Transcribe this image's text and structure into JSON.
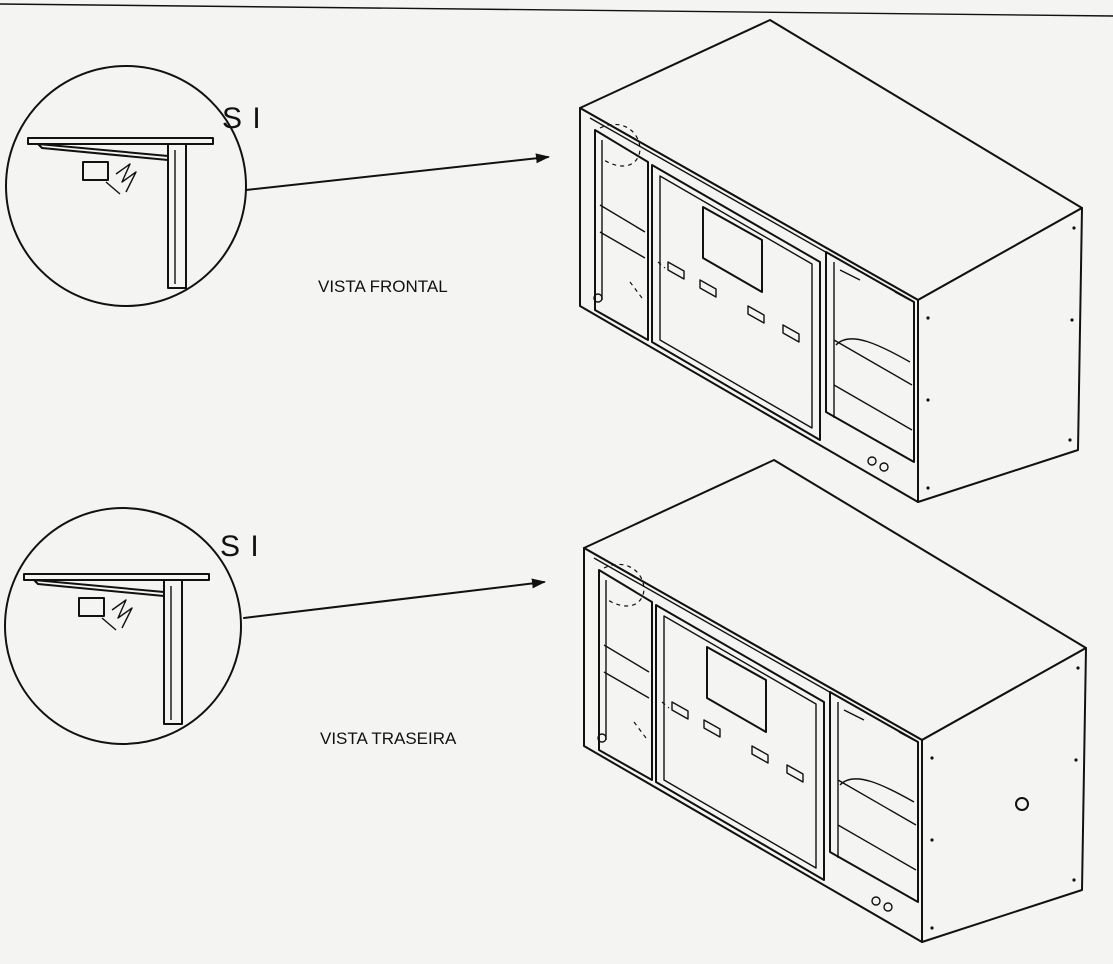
{
  "detail_callouts": [
    {
      "label": "S I"
    },
    {
      "label": "S I"
    }
  ],
  "views": [
    {
      "label": "VISTA FRONTAL"
    },
    {
      "label": "VISTA TRASEIRA"
    }
  ]
}
